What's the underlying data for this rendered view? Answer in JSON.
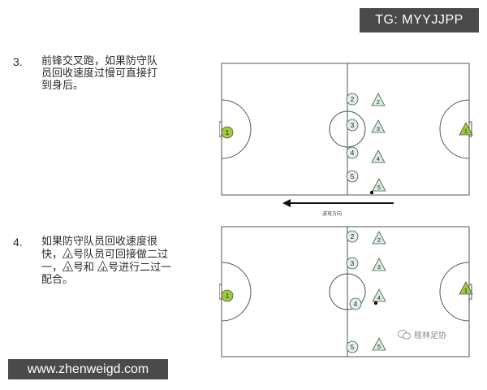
{
  "header": {
    "tag": "TG: MYYJJPP"
  },
  "steps": [
    {
      "number": "3.",
      "lines": [
        "前锋交叉跑，如果防守队",
        "员回收速度过慢可直接打",
        "到身后。"
      ]
    },
    {
      "number": "4.",
      "line1": "如果防守队员回收速度很",
      "line2_pre": "快，",
      "line2_tri": "4",
      "line2_post": "号队员可回接做二过",
      "line3_pre": "一，",
      "line3_tri": "5",
      "line3_mid": "号和",
      "line3_tri2": "4",
      "line3_post": "号进行二过一",
      "line4": "配合。"
    }
  ],
  "diagram1": {
    "attacking_direction_label": "进攻方向",
    "goalkeeper_left": "1",
    "goalkeeper_right": "1",
    "circle_players": [
      "2",
      "3",
      "4",
      "5"
    ],
    "triangle_players": [
      "2",
      "3",
      "4",
      "5"
    ]
  },
  "diagram2": {
    "goalkeeper_left": "1",
    "goalkeeper_right": "1",
    "circle_players": [
      "2",
      "3",
      "4",
      "5"
    ],
    "triangle_players": [
      "2",
      "3",
      "4",
      "5"
    ]
  },
  "footer": {
    "watermark": "www.zhenweigd.com",
    "wechat_account": "桂林足协"
  },
  "colors": {
    "circle_player": "#dff0e4",
    "triangle_player": "#d6efdb",
    "goalkeeper": "#9ecb3c",
    "tag_background": "#4a4a4a"
  }
}
